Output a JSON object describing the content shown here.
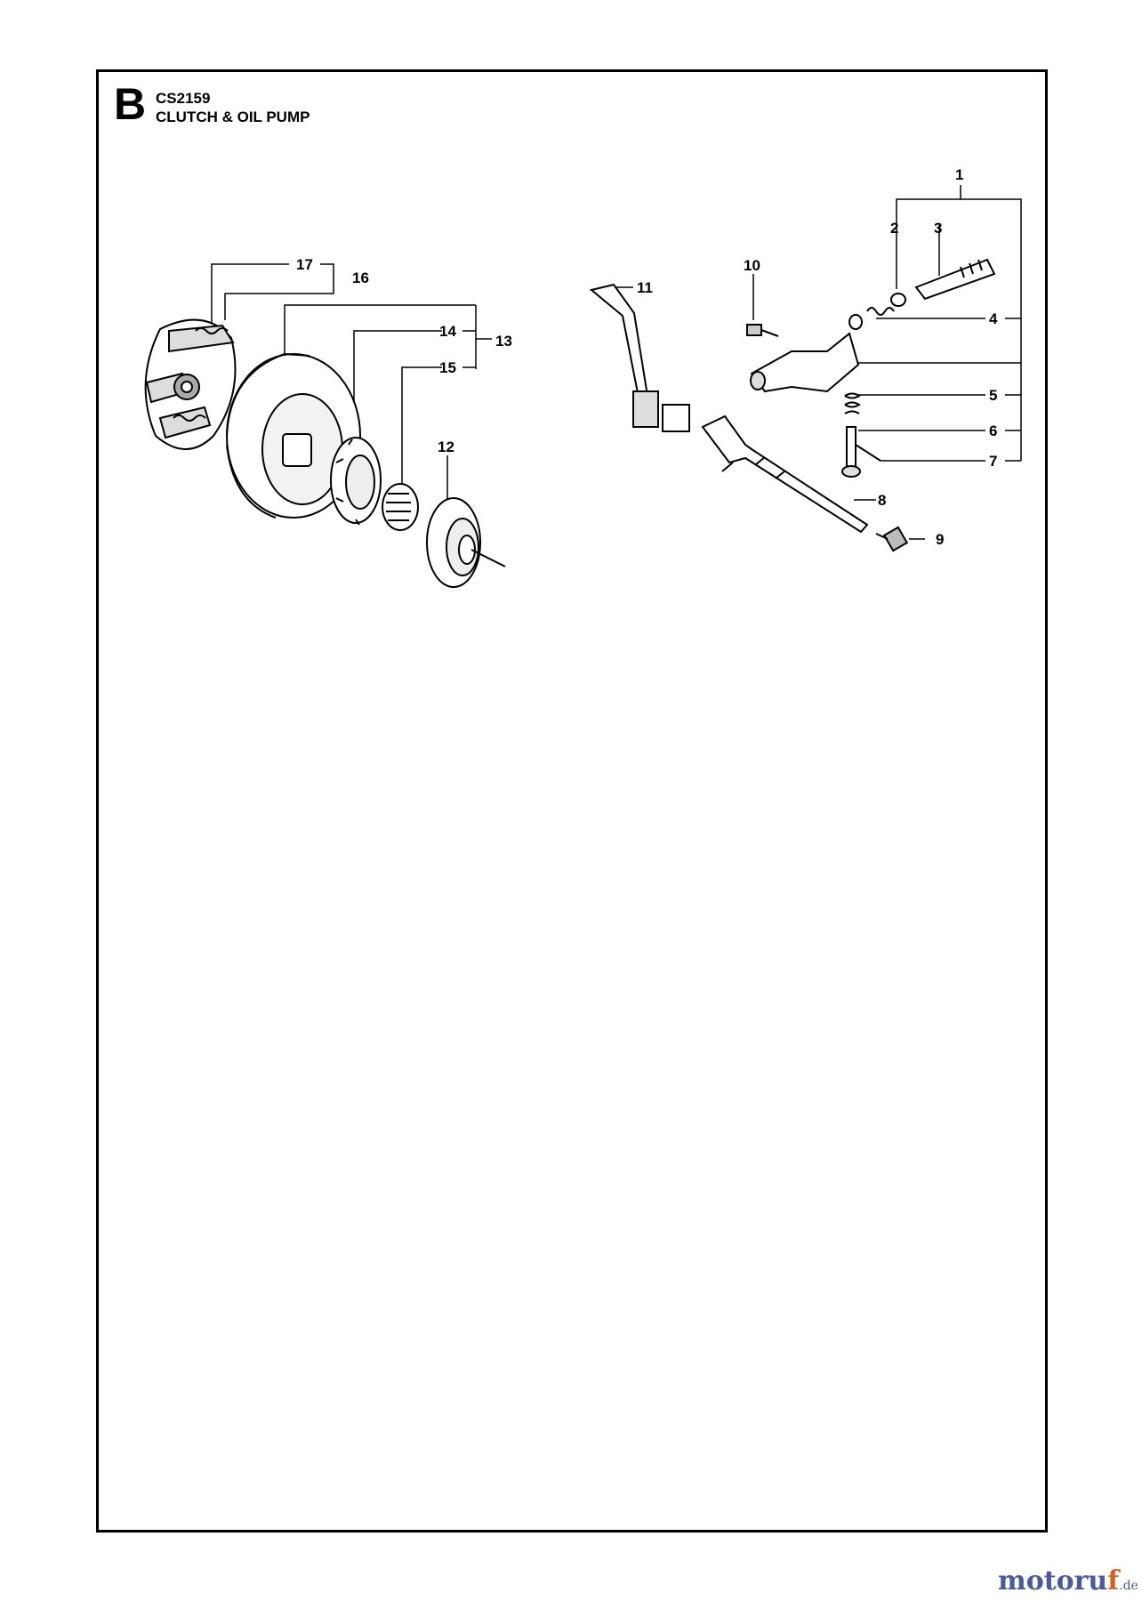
{
  "header": {
    "section_letter": "B",
    "model": "CS2159",
    "title": "CLUTCH & OIL PUMP"
  },
  "parts": [
    {
      "ref": "1"
    },
    {
      "ref": "2"
    },
    {
      "ref": "3"
    },
    {
      "ref": "4"
    },
    {
      "ref": "5"
    },
    {
      "ref": "6"
    },
    {
      "ref": "7"
    },
    {
      "ref": "8"
    },
    {
      "ref": "9"
    },
    {
      "ref": "10"
    },
    {
      "ref": "11"
    },
    {
      "ref": "12"
    },
    {
      "ref": "13"
    },
    {
      "ref": "14"
    },
    {
      "ref": "15"
    },
    {
      "ref": "16"
    },
    {
      "ref": "17"
    }
  ],
  "watermark": {
    "main": "motoru",
    "accent": "f",
    "tld": ".de"
  }
}
